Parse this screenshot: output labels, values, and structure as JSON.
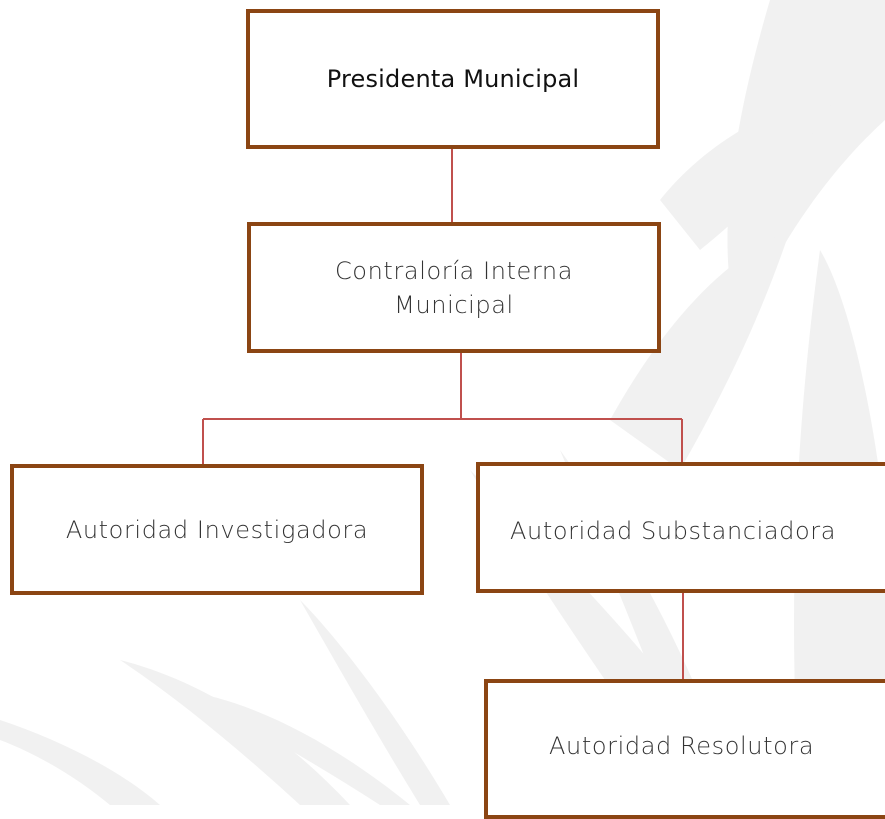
{
  "diagram": {
    "type": "org-chart",
    "colors": {
      "box_border": "#8b4513",
      "connector": "#c0504d",
      "watermark": "#f0f0f0"
    },
    "nodes": {
      "presidenta": {
        "label": "Presidenta Municipal"
      },
      "contraloria": {
        "label": "Contraloría Interna Municipal"
      },
      "investigadora": {
        "label": "Autoridad Investigadora"
      },
      "substanciadora": {
        "label": "Autoridad Substanciadora"
      },
      "resolutora": {
        "label": "Autoridad Resolutora"
      }
    },
    "edges": [
      {
        "from": "presidenta",
        "to": "contraloria"
      },
      {
        "from": "contraloria",
        "to": "investigadora"
      },
      {
        "from": "contraloria",
        "to": "substanciadora"
      },
      {
        "from": "substanciadora",
        "to": "resolutora"
      }
    ]
  }
}
